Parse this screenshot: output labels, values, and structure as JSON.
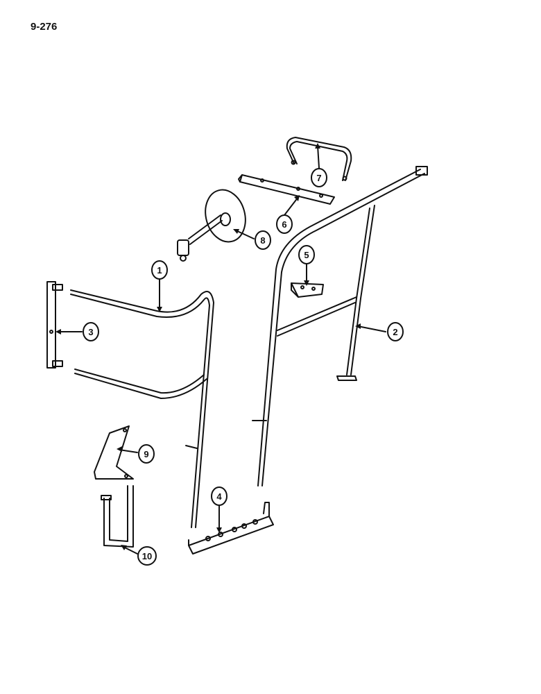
{
  "page_number": "9-276",
  "callouts": [
    {
      "id": "1",
      "label": "1"
    },
    {
      "id": "2",
      "label": "2"
    },
    {
      "id": "3",
      "label": "3"
    },
    {
      "id": "4",
      "label": "4"
    },
    {
      "id": "5",
      "label": "5"
    },
    {
      "id": "6",
      "label": "6"
    },
    {
      "id": "7",
      "label": "7"
    },
    {
      "id": "8",
      "label": "8"
    },
    {
      "id": "9",
      "label": "9"
    },
    {
      "id": "10",
      "label": "10"
    }
  ]
}
